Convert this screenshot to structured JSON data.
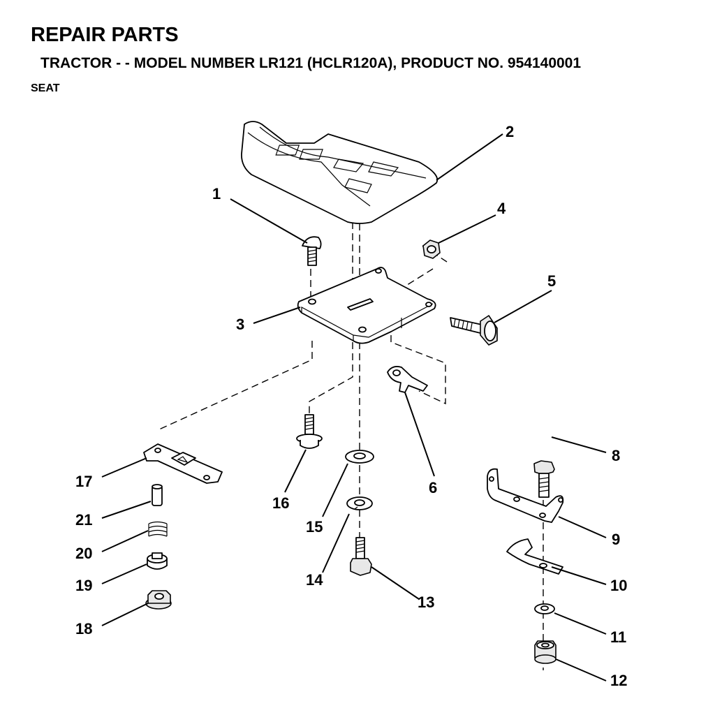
{
  "header": {
    "title": "REPAIR PARTS",
    "subtitle": "TRACTOR - - MODEL NUMBER LR121 (HCLR120A), PRODUCT NO. 954140001",
    "section": "SEAT"
  },
  "callouts": [
    "1",
    "2",
    "3",
    "4",
    "5",
    "6",
    "8",
    "9",
    "10",
    "11",
    "12",
    "13",
    "14",
    "15",
    "16",
    "17",
    "18",
    "19",
    "20",
    "21"
  ]
}
